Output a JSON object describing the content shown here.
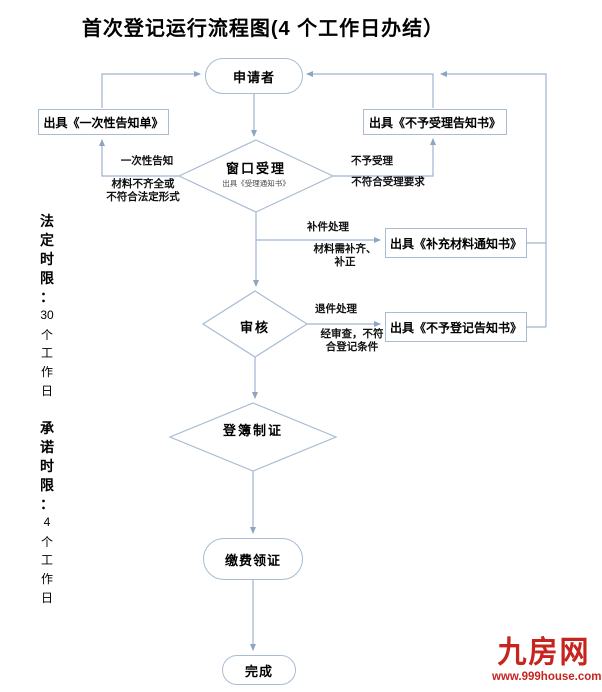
{
  "colors": {
    "line": "#9fb5cd",
    "node_border": "#a9bcd4",
    "logo_red": "#c5241f",
    "text": "#000000"
  },
  "title": "首次登记运行流程图(4 个工作日办结）",
  "nodes": {
    "applicant": {
      "label": "申请者"
    },
    "issue_once_notice": {
      "label": "出具《一次性告知单》"
    },
    "issue_no_accept": {
      "label": "出具《不予受理告知书》"
    },
    "window_accept": {
      "label": "窗口受理",
      "sublabel": "出具《受理通知书》"
    },
    "issue_supplement": {
      "label": "出具《补充材料通知书》"
    },
    "review": {
      "label": "审核"
    },
    "issue_no_register": {
      "label": "出具《不予登记告知书》"
    },
    "register_certificate": {
      "label": "登簿制证"
    },
    "pay_receive": {
      "label": "缴费领证"
    },
    "done": {
      "label": "完成"
    }
  },
  "edge_labels": {
    "once_notice": "一次性告知",
    "incomplete": "材料不齐全或\n不符合法定形式",
    "not_accept": "不予受理",
    "not_meet_requirement": "不符合受理要求",
    "supplement_process": "补件处理",
    "need_supplement": "材料需补齐、\n补正",
    "return_process": "退件处理",
    "review_fail": "经审查，不符\n合登记条件"
  },
  "sidebar": {
    "statutory": {
      "label_chars": [
        "法",
        "定",
        "时",
        "限",
        "："
      ],
      "value_chars": [
        "30",
        "个",
        "工",
        "作",
        "日"
      ]
    },
    "promise": {
      "label_chars": [
        "承",
        "诺",
        "时",
        "限",
        "："
      ],
      "value_chars": [
        "4",
        "个",
        "工",
        "作",
        "日"
      ]
    }
  },
  "logo": {
    "name": "九房网",
    "url": "www.999house.com"
  }
}
